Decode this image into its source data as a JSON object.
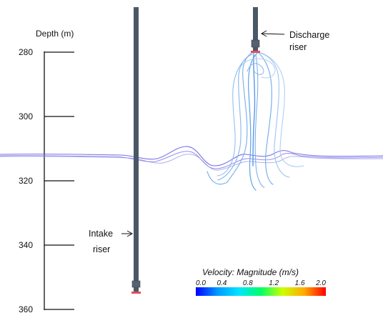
{
  "axis": {
    "title": "Depth (m)",
    "ticks": [
      280,
      300,
      320,
      340,
      360
    ],
    "range": [
      280,
      360
    ]
  },
  "annotations": {
    "discharge": [
      "Discharge",
      "riser"
    ],
    "intake": [
      "Intake",
      "riser"
    ]
  },
  "colorbar": {
    "title": "Velocity: Magnitude (m/s)",
    "ticks": [
      "0.0",
      "0.4",
      "0.8",
      "1.2",
      "1.6",
      "2.0"
    ],
    "range": [
      0,
      2
    ],
    "colors": [
      "#0000ff",
      "#0099ff",
      "#00e5ff",
      "#00ff66",
      "#ccff00",
      "#ffaa00",
      "#ff0000"
    ]
  },
  "colors": {
    "pipe": "#4a5866",
    "pipe_cap": "#e0505a",
    "streamline_dark": "#5f58e0",
    "streamline_light": "#8ab8ee",
    "streamline_pale": "#a8c8f0"
  }
}
